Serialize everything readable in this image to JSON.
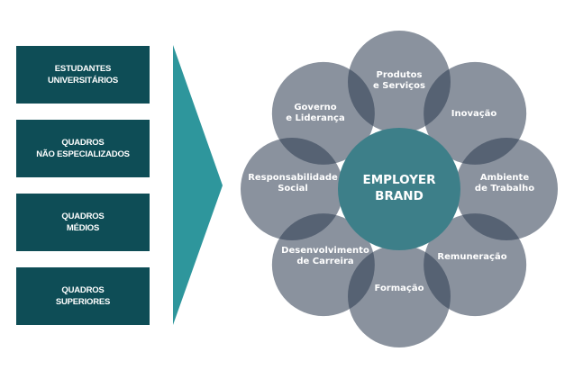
{
  "segments": [
    {
      "line1": "ESTUDANTES",
      "line2": "UNIVERSITÁRIOS"
    },
    {
      "line1": "QUADROS",
      "line2": "NÃO ESPECIALIZADOS"
    },
    {
      "line1": "QUADROS",
      "line2": "MÉDIOS"
    },
    {
      "line1": "QUADROS",
      "line2": "SUPERIORES"
    }
  ],
  "center": {
    "line1": "EMPLOYER",
    "line2": "BRAND"
  },
  "petals": [
    {
      "line1": "Produtos",
      "line2": "e Serviços"
    },
    {
      "line1": "Inovação",
      "line2": ""
    },
    {
      "line1": "Ambiente",
      "line2": "de Trabalho"
    },
    {
      "line1": "Remuneração",
      "line2": ""
    },
    {
      "line1": "Formação",
      "line2": ""
    },
    {
      "line1": "Desenvolvimento",
      "line2": "de Carreira"
    },
    {
      "line1": "Responsabilidade",
      "line2": "Social"
    },
    {
      "line1": "Governo",
      "line2": "e Liderança"
    }
  ],
  "colors": {
    "box": "#0e4d56",
    "arrow": "#2e969c",
    "petal": "#8a96a3",
    "center": "#3d7f89"
  }
}
